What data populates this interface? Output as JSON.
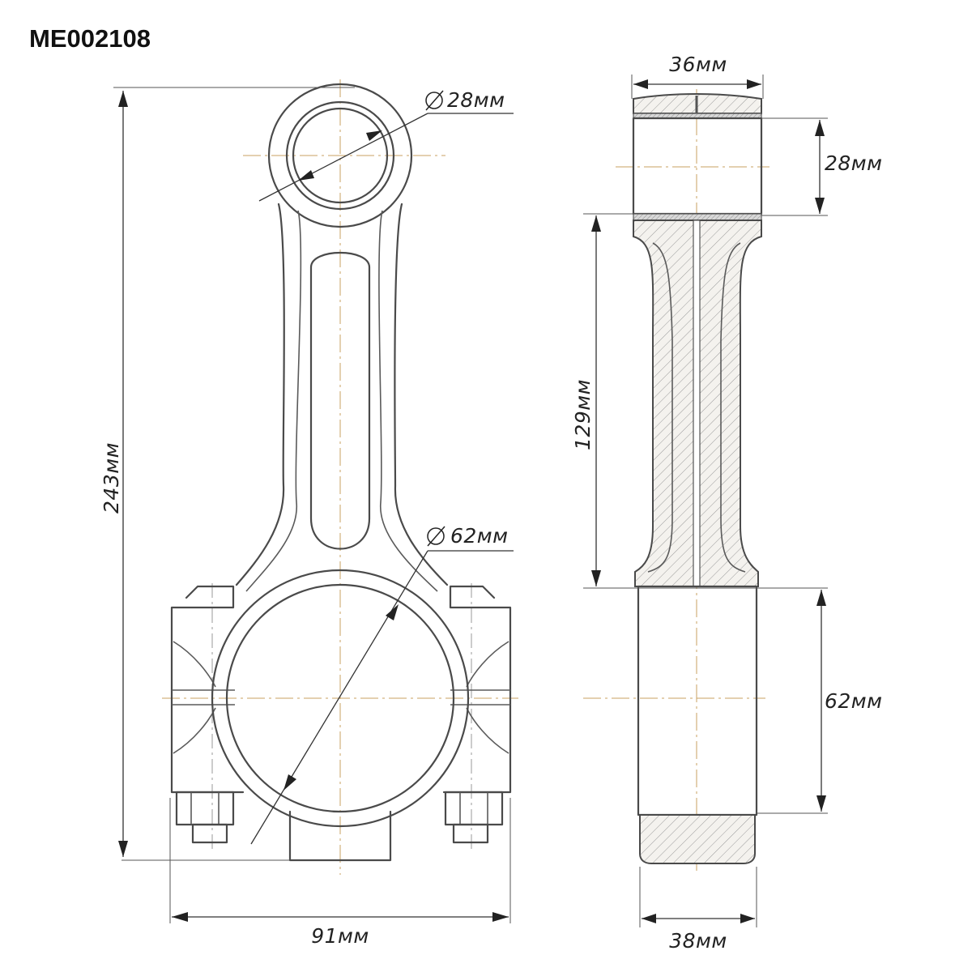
{
  "title": "ME002108",
  "dimensions": {
    "small_end_diameter": "28мм",
    "big_end_diameter": "62мм",
    "overall_length": "243мм",
    "bolt_width": "91мм",
    "small_end_width": "36мм",
    "small_end_bore": "28мм",
    "center_distance": "129мм",
    "big_end_bore": "62мм",
    "big_end_width": "38мм"
  }
}
